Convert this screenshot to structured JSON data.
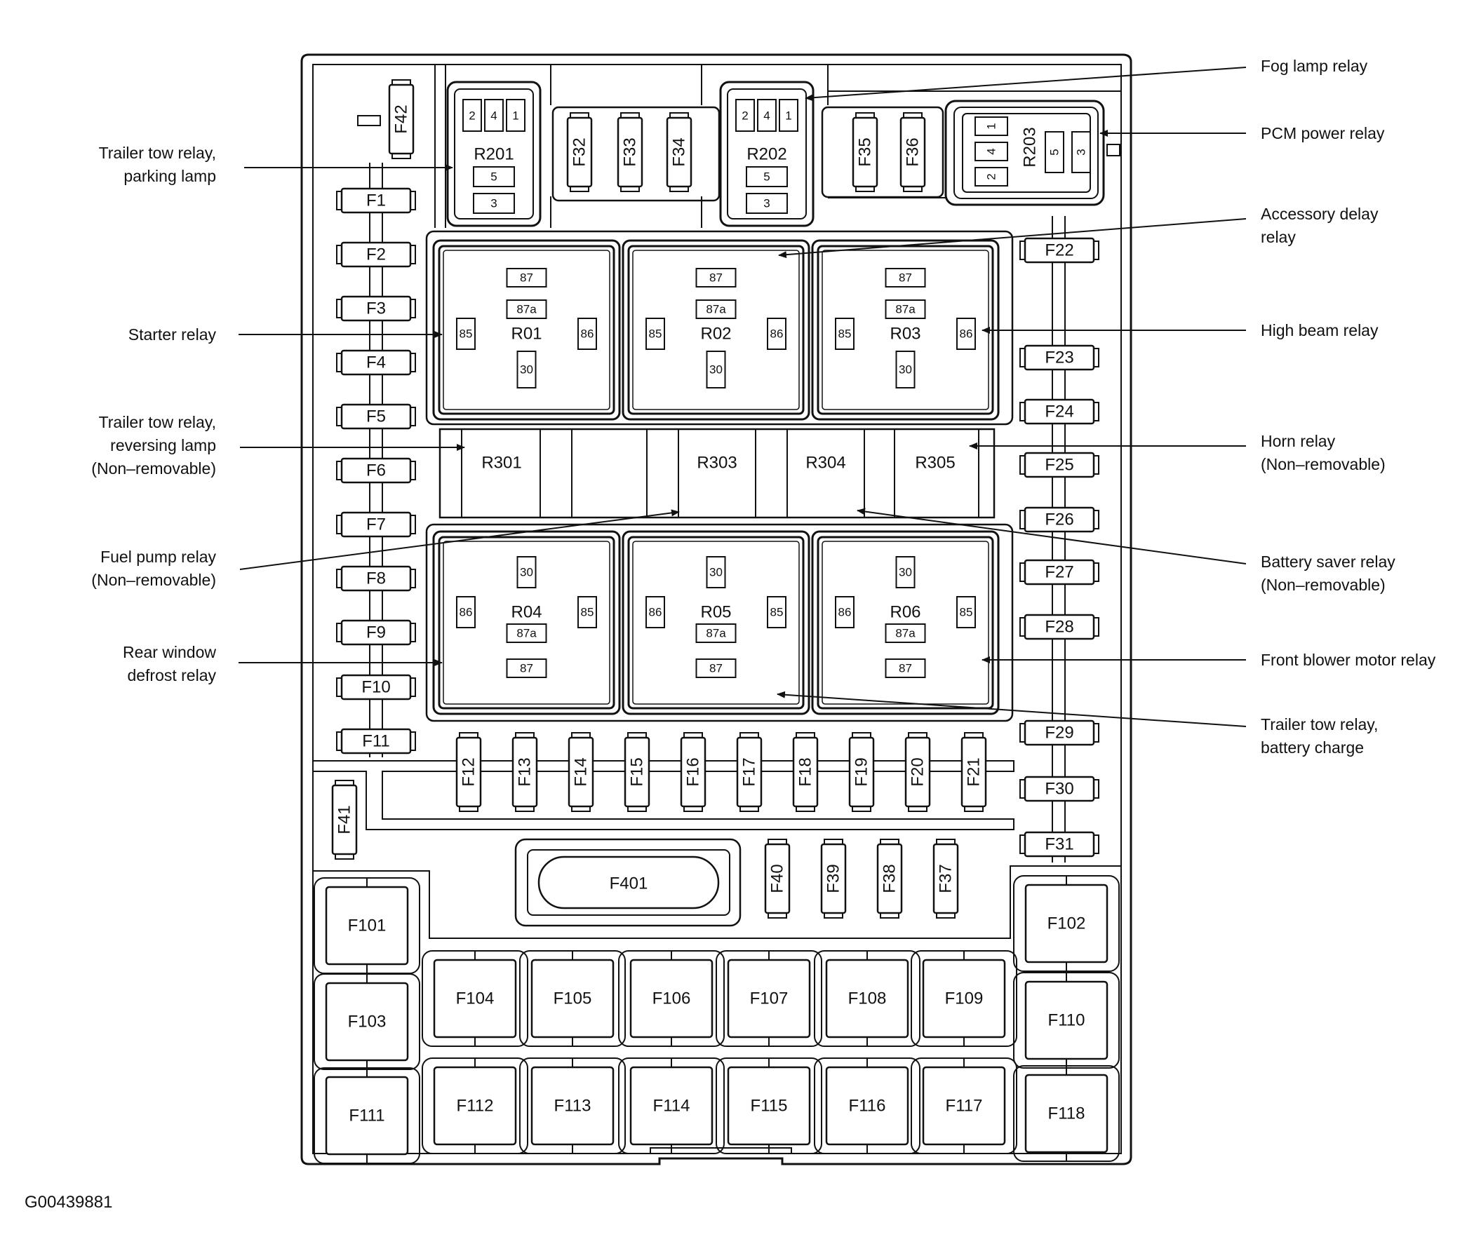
{
  "callouts": {
    "left": {
      "trailer_tow_parking": [
        "Trailer tow relay,",
        "parking lamp"
      ],
      "starter": [
        "Starter relay"
      ],
      "trailer_tow_reversing": [
        "Trailer tow relay,",
        "reversing lamp",
        "(Non–removable)"
      ],
      "fuel_pump": [
        "Fuel pump relay",
        "(Non–removable)"
      ],
      "rear_defrost": [
        "Rear window",
        "defrost relay"
      ]
    },
    "right": {
      "fog_lamp": [
        "Fog lamp relay"
      ],
      "pcm_power": [
        "PCM power relay"
      ],
      "accessory_delay": [
        "Accessory delay",
        "relay"
      ],
      "high_beam": [
        "High beam relay"
      ],
      "horn": [
        "Horn relay",
        "(Non–removable)"
      ],
      "battery_saver": [
        "Battery saver relay",
        "(Non–removable)"
      ],
      "front_blower": [
        "Front blower motor relay"
      ],
      "trailer_tow_battery": [
        "Trailer tow relay,",
        "battery charge"
      ]
    }
  },
  "mini_relays": {
    "R201": {
      "name": "R201",
      "top_pins": [
        "2",
        "4",
        "1"
      ],
      "bottom_pins": [
        "5",
        "3"
      ]
    },
    "R202": {
      "name": "R202",
      "top_pins": [
        "2",
        "4",
        "1"
      ],
      "bottom_pins": [
        "5",
        "3"
      ]
    },
    "R203": {
      "name": "R203",
      "left_pins": [
        "1",
        "4",
        "2"
      ],
      "right_pins": [
        "5",
        "3"
      ]
    }
  },
  "iso_relays": {
    "upper": [
      {
        "name": "R01",
        "pins": {
          "top": "87",
          "mid": "87a",
          "left": "85",
          "right": "86",
          "bottom": "30"
        }
      },
      {
        "name": "R02",
        "pins": {
          "top": "87",
          "mid": "87a",
          "left": "85",
          "right": "86",
          "bottom": "30"
        }
      },
      {
        "name": "R03",
        "pins": {
          "top": "87",
          "mid": "87a",
          "left": "85",
          "right": "86",
          "bottom": "30"
        }
      }
    ],
    "lower": [
      {
        "name": "R04",
        "pins": {
          "top": "30",
          "mid": "87a",
          "left": "86",
          "right": "85",
          "bottom": "87"
        }
      },
      {
        "name": "R05",
        "pins": {
          "top": "30",
          "mid": "87a",
          "left": "86",
          "right": "85",
          "bottom": "87"
        }
      },
      {
        "name": "R06",
        "pins": {
          "top": "30",
          "mid": "87a",
          "left": "86",
          "right": "85",
          "bottom": "87"
        }
      }
    ]
  },
  "solid_state": [
    "R301",
    "",
    "R303",
    "R304",
    "R305"
  ],
  "fuses": {
    "left_column": [
      "F1",
      "F2",
      "F3",
      "F4",
      "F5",
      "F6",
      "F7",
      "F8",
      "F9",
      "F10",
      "F11"
    ],
    "right_column": [
      "F22",
      "F23",
      "F24",
      "F25",
      "F26",
      "F27",
      "F28",
      "F29",
      "F30",
      "F31"
    ],
    "top_row_1": [
      "F32",
      "F33",
      "F34"
    ],
    "top_row_2": [
      "F35",
      "F36"
    ],
    "top_single": "F42",
    "middle_row": [
      "F12",
      "F13",
      "F14",
      "F15",
      "F16",
      "F17",
      "F18",
      "F19",
      "F20",
      "F21"
    ],
    "lower_row": [
      "F40",
      "F39",
      "F38",
      "F37"
    ],
    "f41": "F41",
    "mega": "F401"
  },
  "maxi_fuses": {
    "left": [
      "F101",
      "F103",
      "F111"
    ],
    "right": [
      "F102",
      "F110",
      "F118"
    ],
    "row1": [
      "F104",
      "F105",
      "F106",
      "F107",
      "F108",
      "F109"
    ],
    "row2": [
      "F112",
      "F113",
      "F114",
      "F115",
      "F116",
      "F117"
    ]
  },
  "figure_code": "G00439881"
}
